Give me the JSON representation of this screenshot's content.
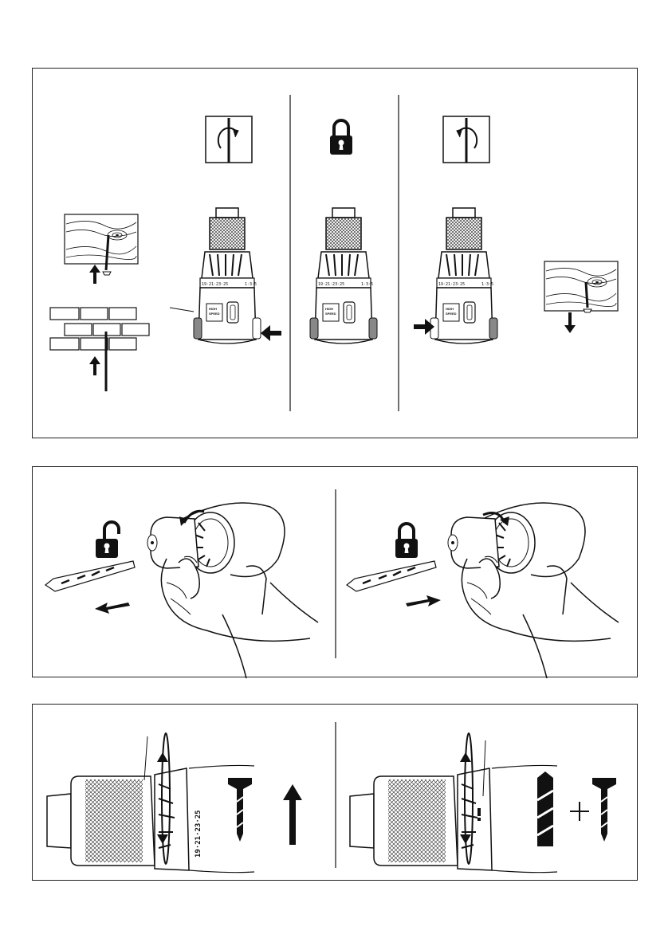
{
  "panel1": {
    "speed_label_line1": "HIGH",
    "speed_label_line2": "SPEED",
    "torque_left": "19·21·23·25",
    "torque_right": "1·3·5"
  },
  "panel3": {
    "torque_scale": "19·21·23·25"
  }
}
